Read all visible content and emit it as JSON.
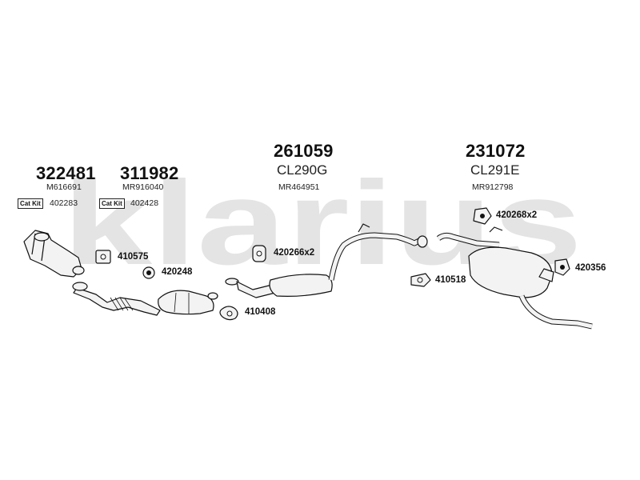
{
  "watermark": "klarius",
  "assemblies": [
    {
      "part": "322481",
      "ref": "M616691",
      "catkit_label": "Cat Kit",
      "catkit_number": "402283"
    },
    {
      "part": "311982",
      "ref": "MR916040",
      "catkit_label": "Cat Kit",
      "catkit_number": "402428"
    },
    {
      "part": "261059",
      "code": "CL290G",
      "ref": "MR464951"
    },
    {
      "part": "231072",
      "code": "CL291E",
      "ref": "MR912798"
    }
  ],
  "callouts": {
    "c410575": "410575",
    "c420248": "420248",
    "c410408": "410408",
    "c420266": "420266x2",
    "c410518": "410518",
    "c420268": "420268x2",
    "c420356": "420356"
  },
  "colors": {
    "ink": "#111111",
    "watermark": "#e4e4e4",
    "part_fill": "#f3f3f3"
  }
}
